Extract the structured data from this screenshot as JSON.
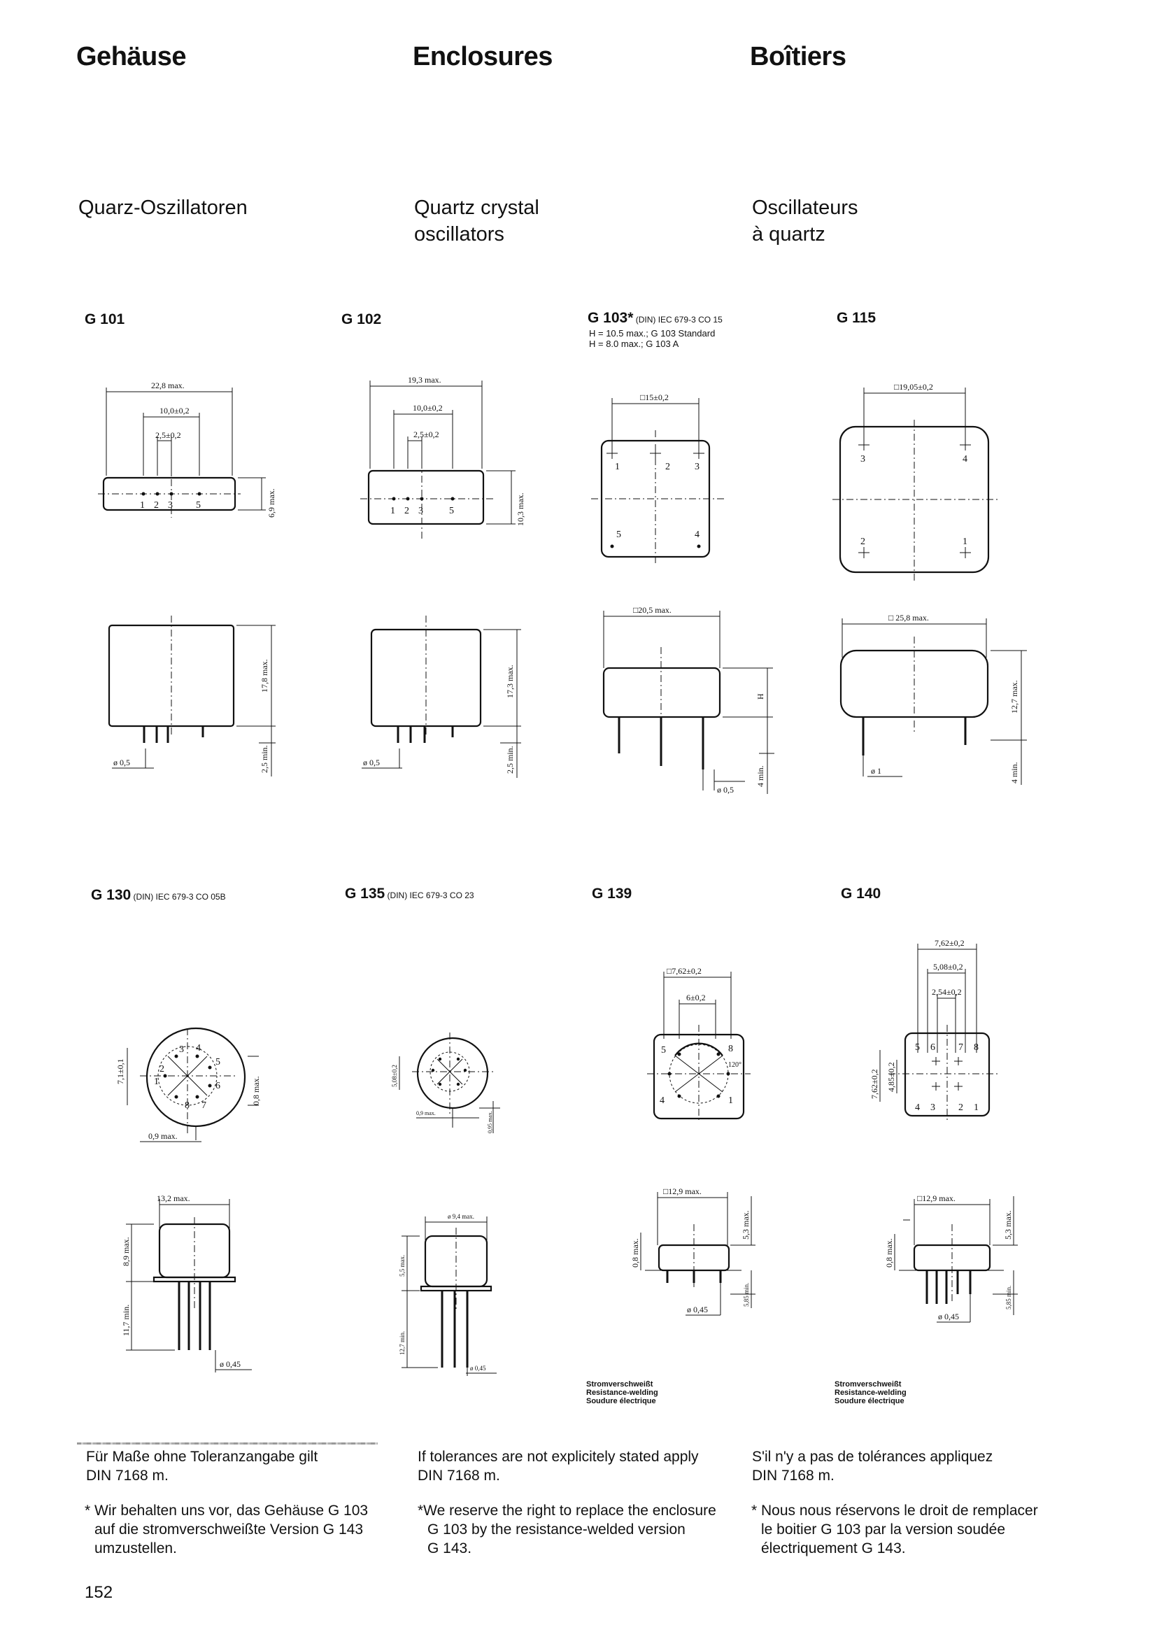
{
  "headings": {
    "de": "Gehäuse",
    "en": "Enclosures",
    "fr": "Boîtiers"
  },
  "subheadings": {
    "de": "Quarz-Oszillatoren",
    "en": "Quartz crystal\noscillators",
    "fr": "Oscillateurs\nà quartz"
  },
  "packages": [
    {
      "code": "G 101",
      "suffix": ""
    },
    {
      "code": "G 102",
      "suffix": ""
    },
    {
      "code": "G 103*",
      "suffix": " (DIN) IEC 679-3 CO 15",
      "notes": "H = 10.5 max.; G 103 Standard\nH = 8.0 max.; G 103 A"
    },
    {
      "code": "G 115",
      "suffix": ""
    },
    {
      "code": "G 130",
      "suffix": " (DIN) IEC 679-3 CO 05B"
    },
    {
      "code": "G 135",
      "suffix": " (DIN) IEC 679-3 CO 23"
    },
    {
      "code": "G 139",
      "suffix": ""
    },
    {
      "code": "G 140",
      "suffix": ""
    }
  ],
  "weld_note": "Stromverschweißt\nResistance-welding\nSoudure électrique",
  "dims": {
    "g101": {
      "w": "22,8 max.",
      "p": "10,0±0,2",
      "s": "2,5±0,2",
      "h": "6,9 max.",
      "bh": "17,8 max.",
      "l": "2,5 min.",
      "d": "ø 0,5"
    },
    "g102": {
      "w": "19,3 max.",
      "p": "10,0±0,2",
      "s": "2,5±0,2",
      "h": "10,3 max.",
      "bh": "17,3 max.",
      "l": "2,5 min.",
      "d": "ø 0,5"
    },
    "g103": {
      "w": "□15±0,2",
      "bw": "□20,5 max.",
      "h": "H",
      "l": "4 min.",
      "d": "ø 0,5"
    },
    "g115": {
      "w": "□19,05±0,2",
      "bw": "□ 25,8 max.",
      "bh": "12,7 max.",
      "l": "4 min.",
      "d": "ø 1"
    },
    "g130": {
      "p": "7,1±0,1",
      "t": "0,8 max.",
      "f": "0,9 max.",
      "w": "13,2 max.",
      "bh": "8,9 max.",
      "l": "11,7 min.",
      "d": "ø 0,45"
    },
    "g135": {
      "p": "5,08±0,2",
      "f": "0,9 max.",
      "t": "0,95 max.",
      "w": "ø 9,4 max.",
      "bh": "5,5 max.",
      "l": "12,7 min.",
      "d": "ø 0,45"
    },
    "g139": {
      "p": "□7,62±0,2",
      "s": "6±0,2",
      "a": "120°",
      "w": "□12,9 max.",
      "bh": "5,3 max.",
      "t": "0,8 max.",
      "l": "5,85 min.",
      "d": "ø 0,45"
    },
    "g140": {
      "p": "7,62±0,2",
      "q": "5,08±0,2",
      "s": "2,54±0,2",
      "v1": "7,62±0,2",
      "v2": "4,85±0,2",
      "w": "□12,9 max.",
      "bh": "5,3 max.",
      "t": "0,8 max.",
      "l": "5,85 min.",
      "d": "ø 0,45"
    }
  },
  "pins": {
    "g101": [
      "1",
      "2",
      "3",
      "5"
    ],
    "g103": [
      "1",
      "2",
      "3",
      "5",
      "4"
    ],
    "g115": [
      "3",
      "4",
      "2",
      "1"
    ]
  },
  "footnotes": {
    "tol_de": "Für Maße ohne Toleranzangabe gilt\nDIN 7168 m.",
    "tol_en": "If tolerances are not explicitely stated apply\nDIN 7168 m.",
    "tol_fr": "S'il n'y a pas de tolérances appliquez\nDIN 7168 m.",
    "res_de": "* Wir behalten uns vor, das Gehäuse G 103\nauf die stromverschweißte Version G 143\numzustellen.",
    "res_en": "*We reserve the right to replace the enclosure\nG 103 by the resistance-welded version\nG 143.",
    "res_fr": "* Nous nous réservons le droit de remplacer\nle boitier G 103 par la version soudée\nélectriquement G 143."
  },
  "page_number": "152"
}
